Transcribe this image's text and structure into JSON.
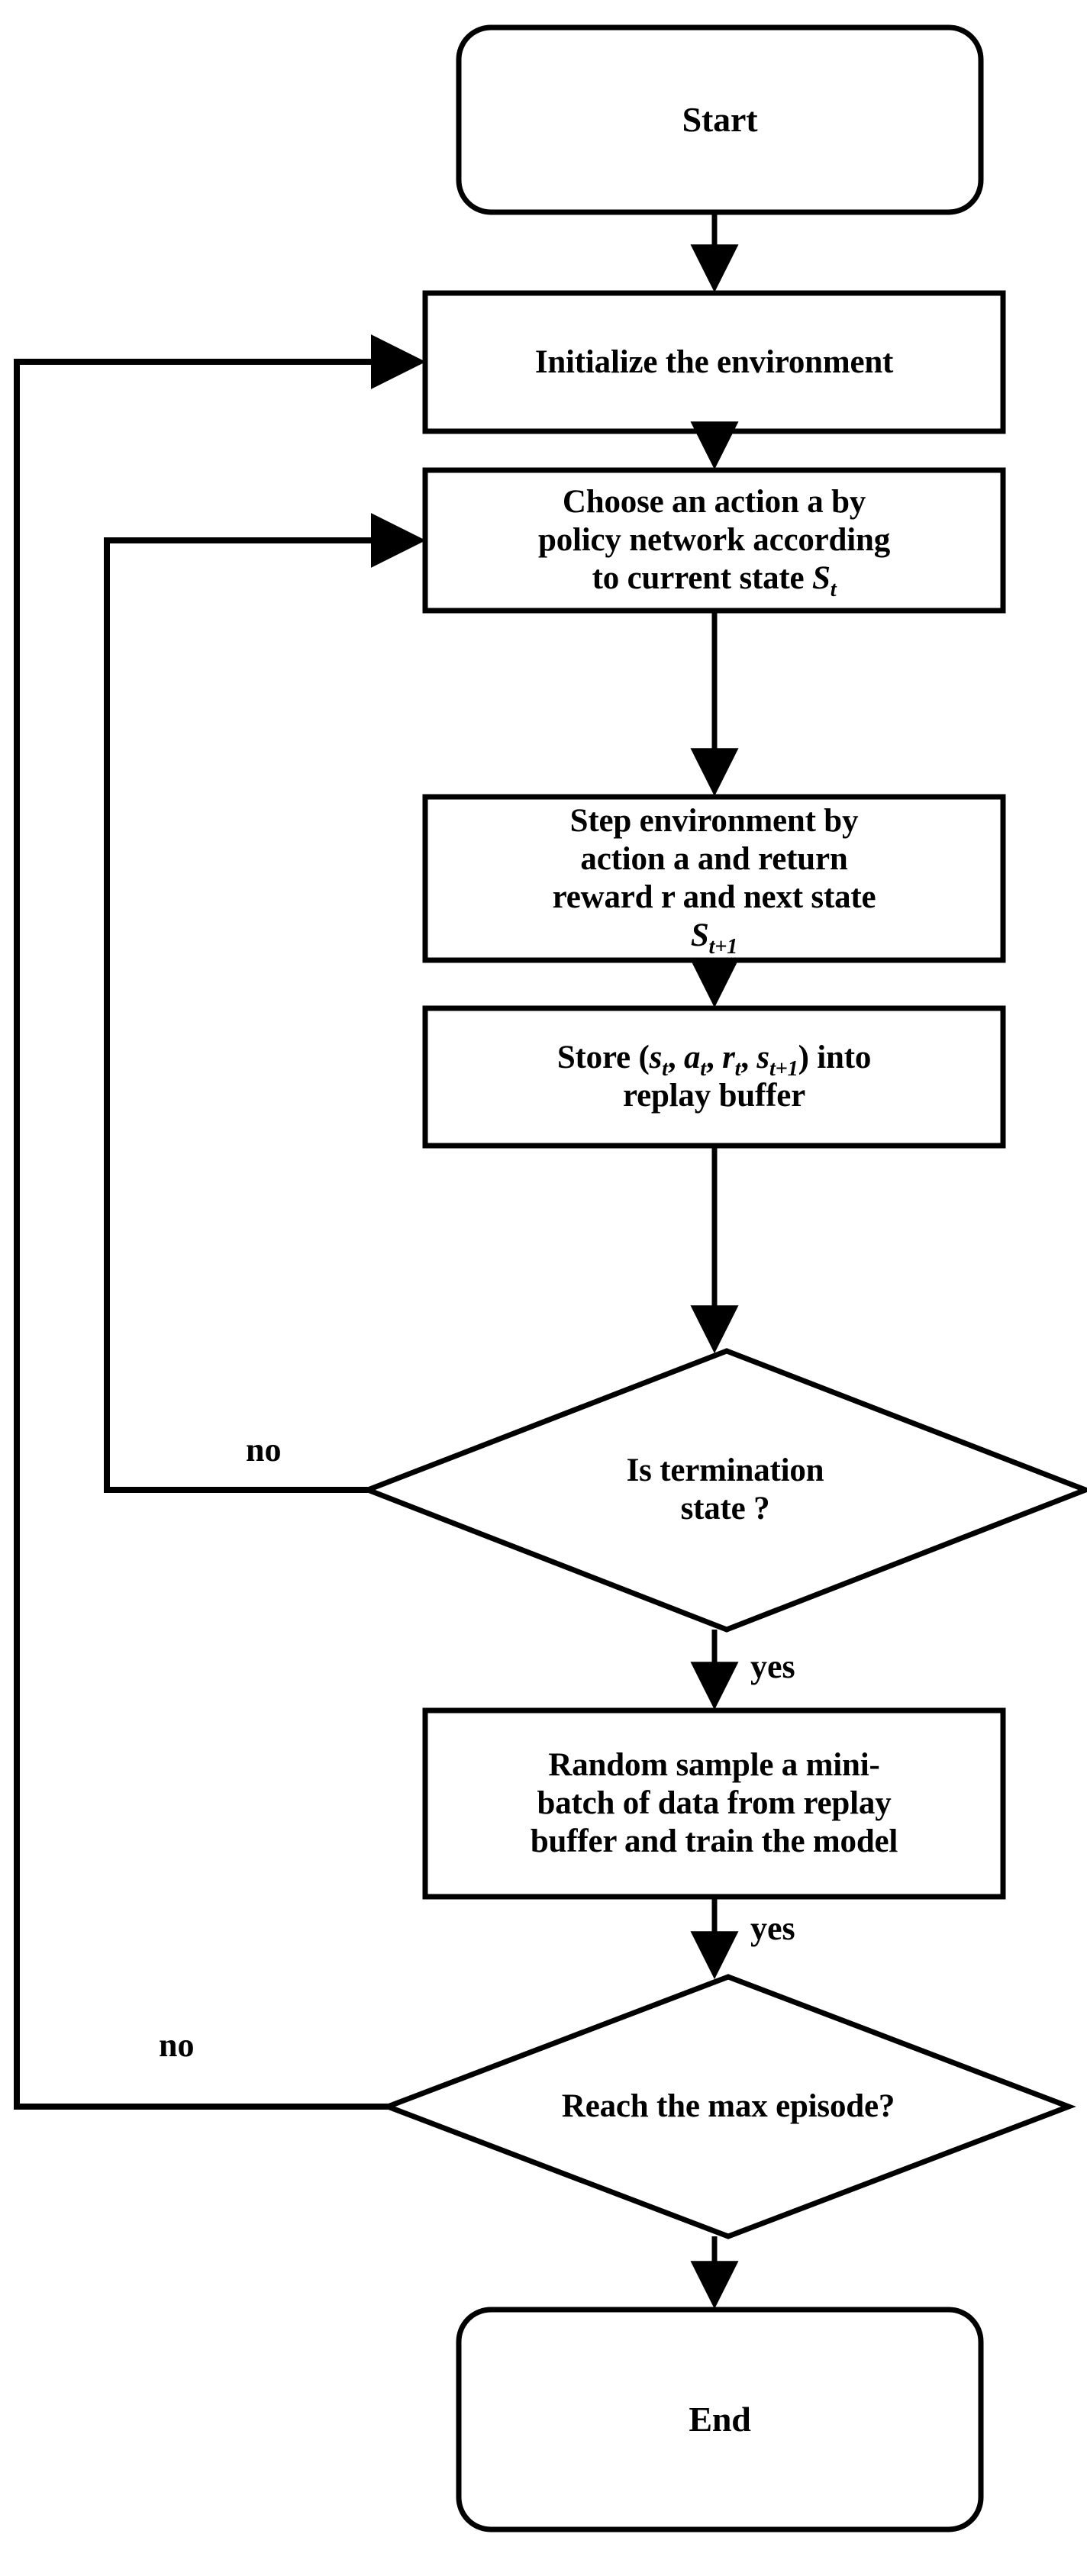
{
  "diagram": {
    "title": "Reinforcement learning training flowchart",
    "type": "flowchart",
    "stroke_color": "#000000",
    "fill_color": "#ffffff",
    "background": "#ffffff"
  },
  "nodes": {
    "start": {
      "label": "Start",
      "shape": "terminal"
    },
    "init": {
      "label": "Initialize the environment",
      "shape": "process"
    },
    "choose": {
      "line1": "Choose an action a by",
      "line2": "policy network according",
      "line3_prefix": "to current state ",
      "line3_var": "S",
      "line3_sub": "t",
      "shape": "process"
    },
    "step": {
      "line1": "Step environment by",
      "line2": "action a and return",
      "line3": "reward r and next state",
      "line4_var": "S",
      "line4_sub": "t+1",
      "shape": "process"
    },
    "store": {
      "prefix": "Store (",
      "v1": "s",
      "v1s": "t",
      "sep1": ", ",
      "v2": "a",
      "v2s": "t",
      "sep2": ", ",
      "v3": "r",
      "v3s": "t",
      "sep3": ", ",
      "v4": "s",
      "v4s": "t+1",
      "suffix": ") into",
      "line2": "replay buffer",
      "shape": "process"
    },
    "termination": {
      "line1": "Is termination",
      "line2": "state ?",
      "shape": "decision"
    },
    "sample": {
      "line1": "Random sample a mini-",
      "line2": "batch of data from replay",
      "line3": "buffer and train the model",
      "shape": "process"
    },
    "max_episode": {
      "label": "Reach the max episode?",
      "shape": "decision"
    },
    "end": {
      "label": "End",
      "shape": "terminal"
    }
  },
  "edges": {
    "termination_no": "no",
    "termination_yes": "yes",
    "max_episode_no": "no",
    "max_episode_yes": "yes"
  }
}
